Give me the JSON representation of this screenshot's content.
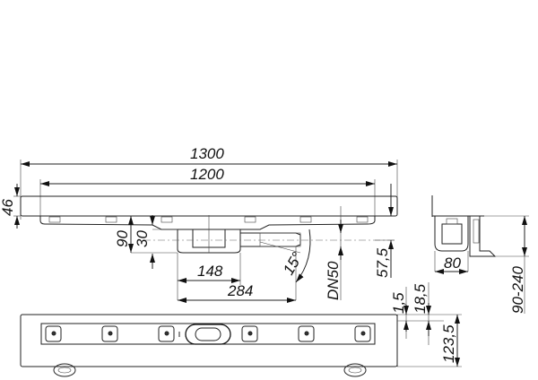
{
  "drawing": {
    "subject": "Shower channel drain technical drawing",
    "dimensions": {
      "overall_length": "1300",
      "channel_length": "1200",
      "flange_height": "46",
      "depth_90": "90",
      "depth_30": "30",
      "outlet_offset_148": "148",
      "outlet_offset_284": "284",
      "angle": "15°",
      "outlet_size": "DN50",
      "outlet_height": "57,5",
      "side_width": "80",
      "adjustable_height": "90-240",
      "dim_1_5": "1,5",
      "dim_18_5": "18,5",
      "bottom_height": "123,5"
    },
    "views": [
      "front-section",
      "side-section",
      "top-view"
    ],
    "colors": {
      "line": "#222222",
      "background": "#ffffff"
    }
  }
}
